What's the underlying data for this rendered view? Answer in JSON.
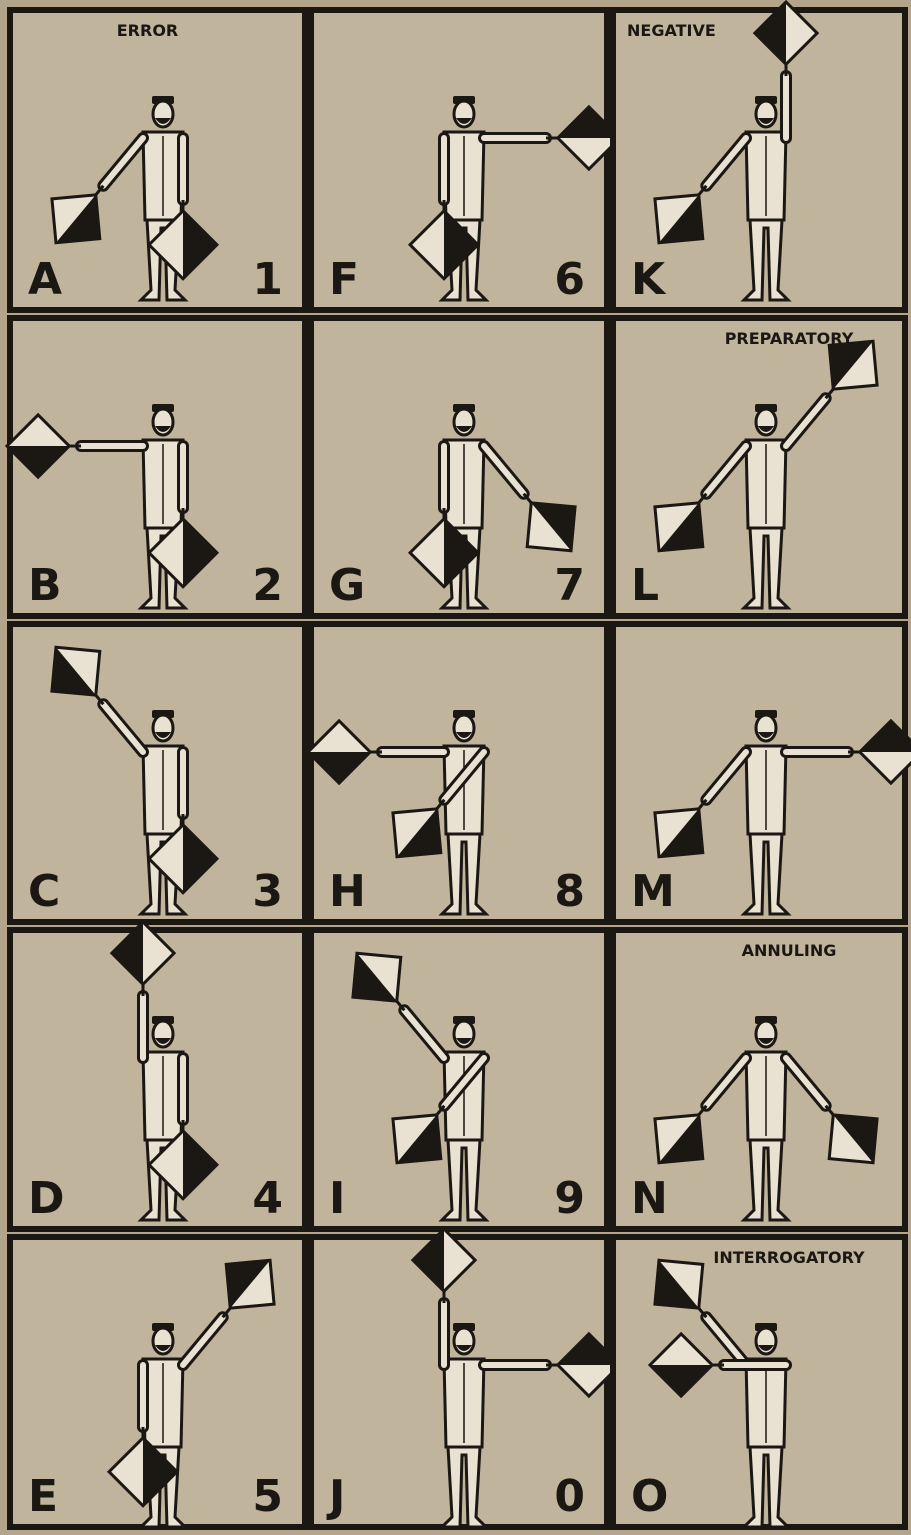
{
  "page": {
    "background": "#b3a48c",
    "panel_fill": "#c1b49c",
    "ink": "#1b1713",
    "flag_light": "#e9e2d2"
  },
  "columns": [
    [
      {
        "letter": "A",
        "number": "1",
        "caption": "ERROR",
        "left_arm": "low",
        "right_arm": "down"
      },
      {
        "letter": "B",
        "number": "2",
        "caption": "",
        "left_arm": "horizontal",
        "right_arm": "down"
      },
      {
        "letter": "C",
        "number": "3",
        "caption": "",
        "left_arm": "high",
        "right_arm": "down"
      },
      {
        "letter": "D",
        "number": "4",
        "caption": "",
        "left_arm": "up",
        "right_arm": "down"
      },
      {
        "letter": "E",
        "number": "5",
        "caption": "",
        "left_arm": "down",
        "right_arm": "high"
      }
    ],
    [
      {
        "letter": "F",
        "number": "6",
        "caption": "",
        "left_arm": "down",
        "right_arm": "horizontal"
      },
      {
        "letter": "G",
        "number": "7",
        "caption": "",
        "left_arm": "down",
        "right_arm": "low"
      },
      {
        "letter": "H",
        "number": "8",
        "caption": "",
        "left_arm": "horizontal",
        "right_arm": "across-low"
      },
      {
        "letter": "I",
        "number": "9",
        "caption": "",
        "left_arm": "high",
        "right_arm": "across-low"
      },
      {
        "letter": "J",
        "number": "0",
        "caption": "",
        "left_arm": "up",
        "right_arm": "horizontal"
      }
    ],
    [
      {
        "letter": "K",
        "number": "",
        "caption": "NEGATIVE",
        "left_arm": "low",
        "right_arm": "up"
      },
      {
        "letter": "L",
        "number": "",
        "caption": "PREPARATORY",
        "left_arm": "low",
        "right_arm": "high"
      },
      {
        "letter": "M",
        "number": "",
        "caption": "",
        "left_arm": "low",
        "right_arm": "horizontal"
      },
      {
        "letter": "N",
        "number": "",
        "caption": "ANNULING",
        "left_arm": "low",
        "right_arm": "low"
      },
      {
        "letter": "O",
        "number": "",
        "caption": "INTERROGATORY",
        "left_arm": "high",
        "right_arm": "across-horizontal"
      }
    ]
  ]
}
